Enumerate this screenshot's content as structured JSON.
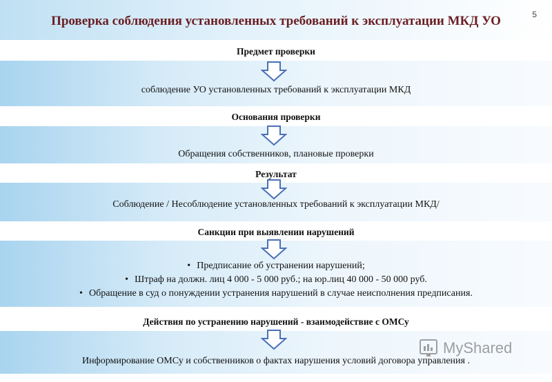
{
  "page_number": "5",
  "title": "Проверка соблюдения установленных требований к эксплуатации МКД УО",
  "sections": [
    {
      "header": "Предмет проверки",
      "content": "соблюдение УО установленных требований к эксплуатации МКД"
    },
    {
      "header": "Основания проверки",
      "content": "Обращения собственников, плановые проверки"
    },
    {
      "header": "Результат",
      "content": "Соблюдение / Несоблюдение  установленных требований к эксплуатации МКД/"
    },
    {
      "header": "Санкции при выявлении нарушений",
      "bullets": [
        "Предписание об устранении нарушений;",
        "Штраф на должн. лиц  4 000 - 5 000 руб.; на юр.лиц 40 000 - 50 000 руб.",
        "Обращение в суд о понуждении устранения нарушений в случае неисполнения предписания."
      ]
    },
    {
      "header": "Действия  по устранению нарушений - взаимодействие  с ОМСу",
      "content": "Информирование ОМСу и собственников о фактах нарушения условий договора управления ."
    }
  ],
  "bullet_char": "•",
  "watermark": {
    "text": "MyShared",
    "icon": "myshared-logo-icon"
  }
}
